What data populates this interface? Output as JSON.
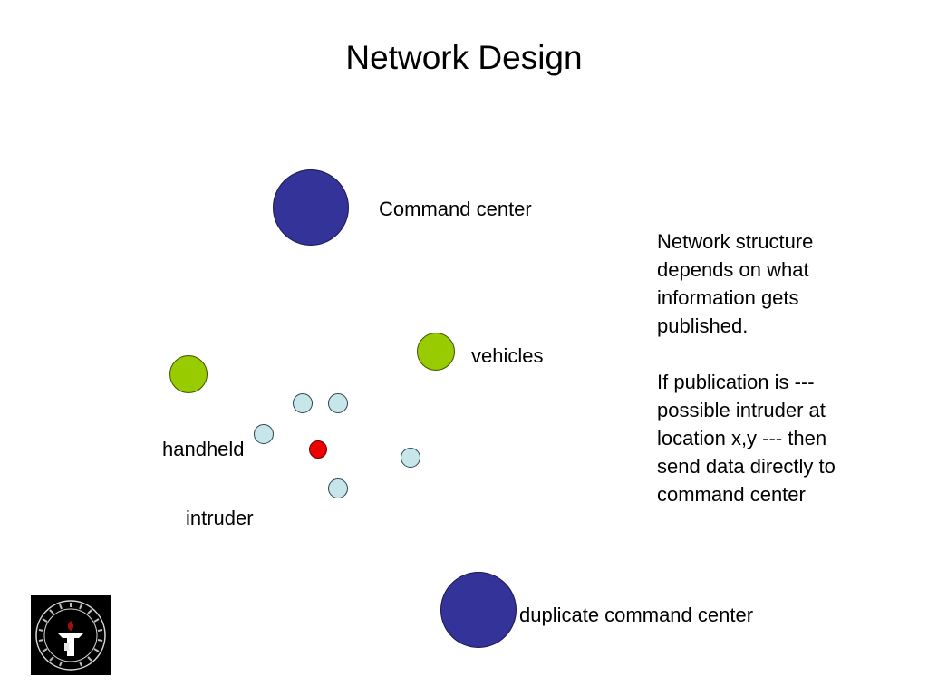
{
  "title": "Network Design",
  "labels": {
    "command_center": "Command center",
    "vehicles": "vehicles",
    "handheld": "handheld",
    "intruder": "intruder",
    "duplicate_command_center": "duplicate command center"
  },
  "note": {
    "paragraph_1": "Network structure depends on what information gets published.",
    "paragraph_2": "If publication is --- possible intruder at location x,y --- then send data directly to command center"
  },
  "colors": {
    "command_center": "#333399",
    "vehicle": "#99cc00",
    "handheld": "#c6e6ea",
    "intruder": "#ee0000"
  },
  "logo": {
    "icon": "university-seal-icon"
  }
}
